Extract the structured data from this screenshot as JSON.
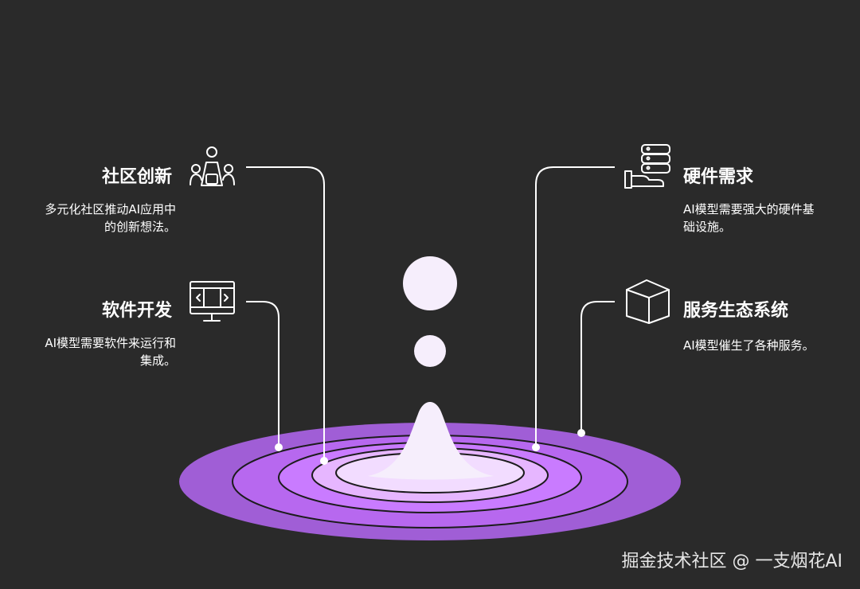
{
  "colors": {
    "background": "#2a2a2a",
    "ring_outer": "#a05ed6",
    "ring_mid": "#b768ef",
    "ring_inner": "#d790ff",
    "ring_light": "#f2dcff",
    "center_white": "#f6eefc",
    "line": "#ffffff",
    "text": "#ffffff"
  },
  "items": {
    "community": {
      "title": "社区创新",
      "desc_line1": "多元化社区推动AI应用中",
      "desc_line2": "的创新想法。",
      "icon": "community-people-icon"
    },
    "software": {
      "title": "软件开发",
      "desc_line1": "AI模型需要软件来运行和",
      "desc_line2": "集成。",
      "icon": "monitor-code-icon"
    },
    "hardware": {
      "title": "硬件需求",
      "desc_line1": "AI模型需要强大的硬件基",
      "desc_line2": "础设施。",
      "icon": "server-hand-icon"
    },
    "services": {
      "title": "服务生态系统",
      "desc_line1": "AI模型催生了各种服务。",
      "desc_line2": "",
      "icon": "cube-box-icon"
    }
  },
  "watermark": "掘金技术社区 @ 一支烟花AI"
}
